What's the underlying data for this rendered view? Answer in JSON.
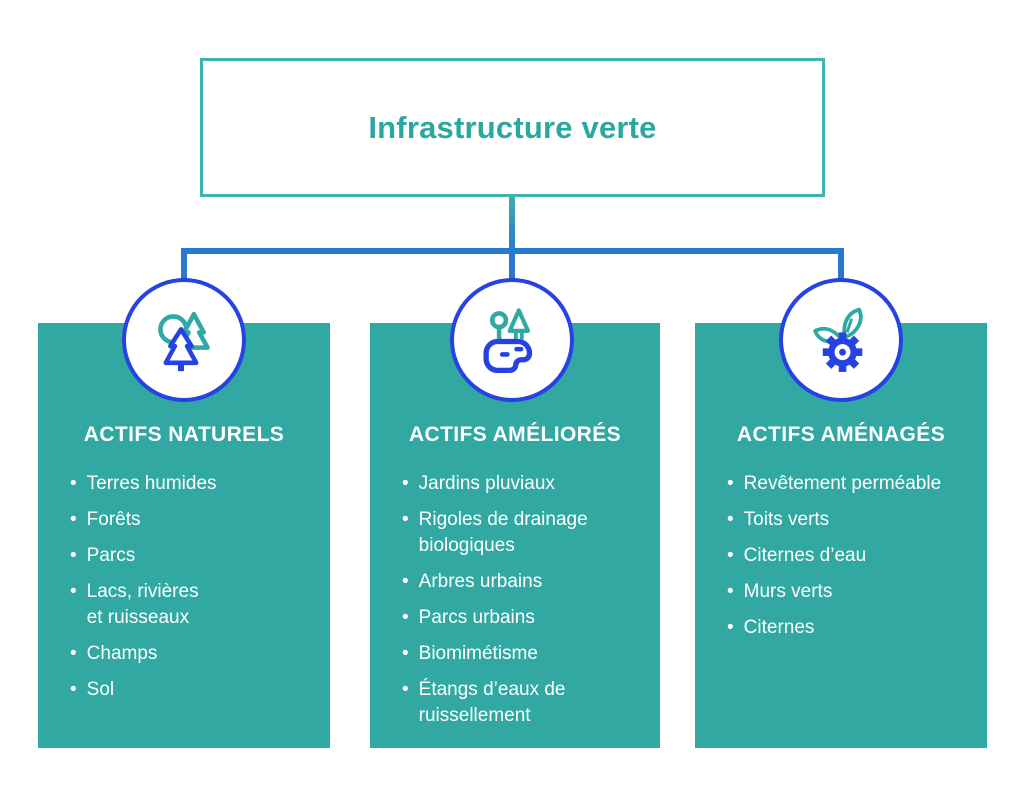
{
  "title": "Infrastructure verte",
  "bullet": "•",
  "colors": {
    "card_teal": "#31a8a1",
    "title_teal": "#2aa7a1",
    "box_border_teal": "#3fb3ad",
    "connector_blue": "#2878cf",
    "circle_blue": "#2742e3",
    "icon_teal": "#2fa9a2",
    "text_white": "#ffffff"
  },
  "columns": [
    {
      "icon": "trees-icon",
      "heading": "ACTIFS NATURELS",
      "items": [
        "Terres humides",
        "Forêts",
        "Parcs",
        "Lacs, rivières\net ruisseaux",
        "Champs",
        "Sol"
      ]
    },
    {
      "icon": "park-pond-icon",
      "heading": "ACTIFS AMÉLIORÉS",
      "items": [
        "Jardins pluviaux",
        "Rigoles de drainage\nbiologiques",
        "Arbres urbains",
        "Parcs urbains",
        "Biomimétisme",
        "Étangs d’eaux de\nruissellement"
      ]
    },
    {
      "icon": "gear-leaves-icon",
      "heading": "ACTIFS AMÉNAGÉS",
      "items": [
        "Revêtement perméable",
        "Toits verts",
        "Citernes d’eau",
        "Murs verts",
        "Citernes"
      ]
    }
  ]
}
